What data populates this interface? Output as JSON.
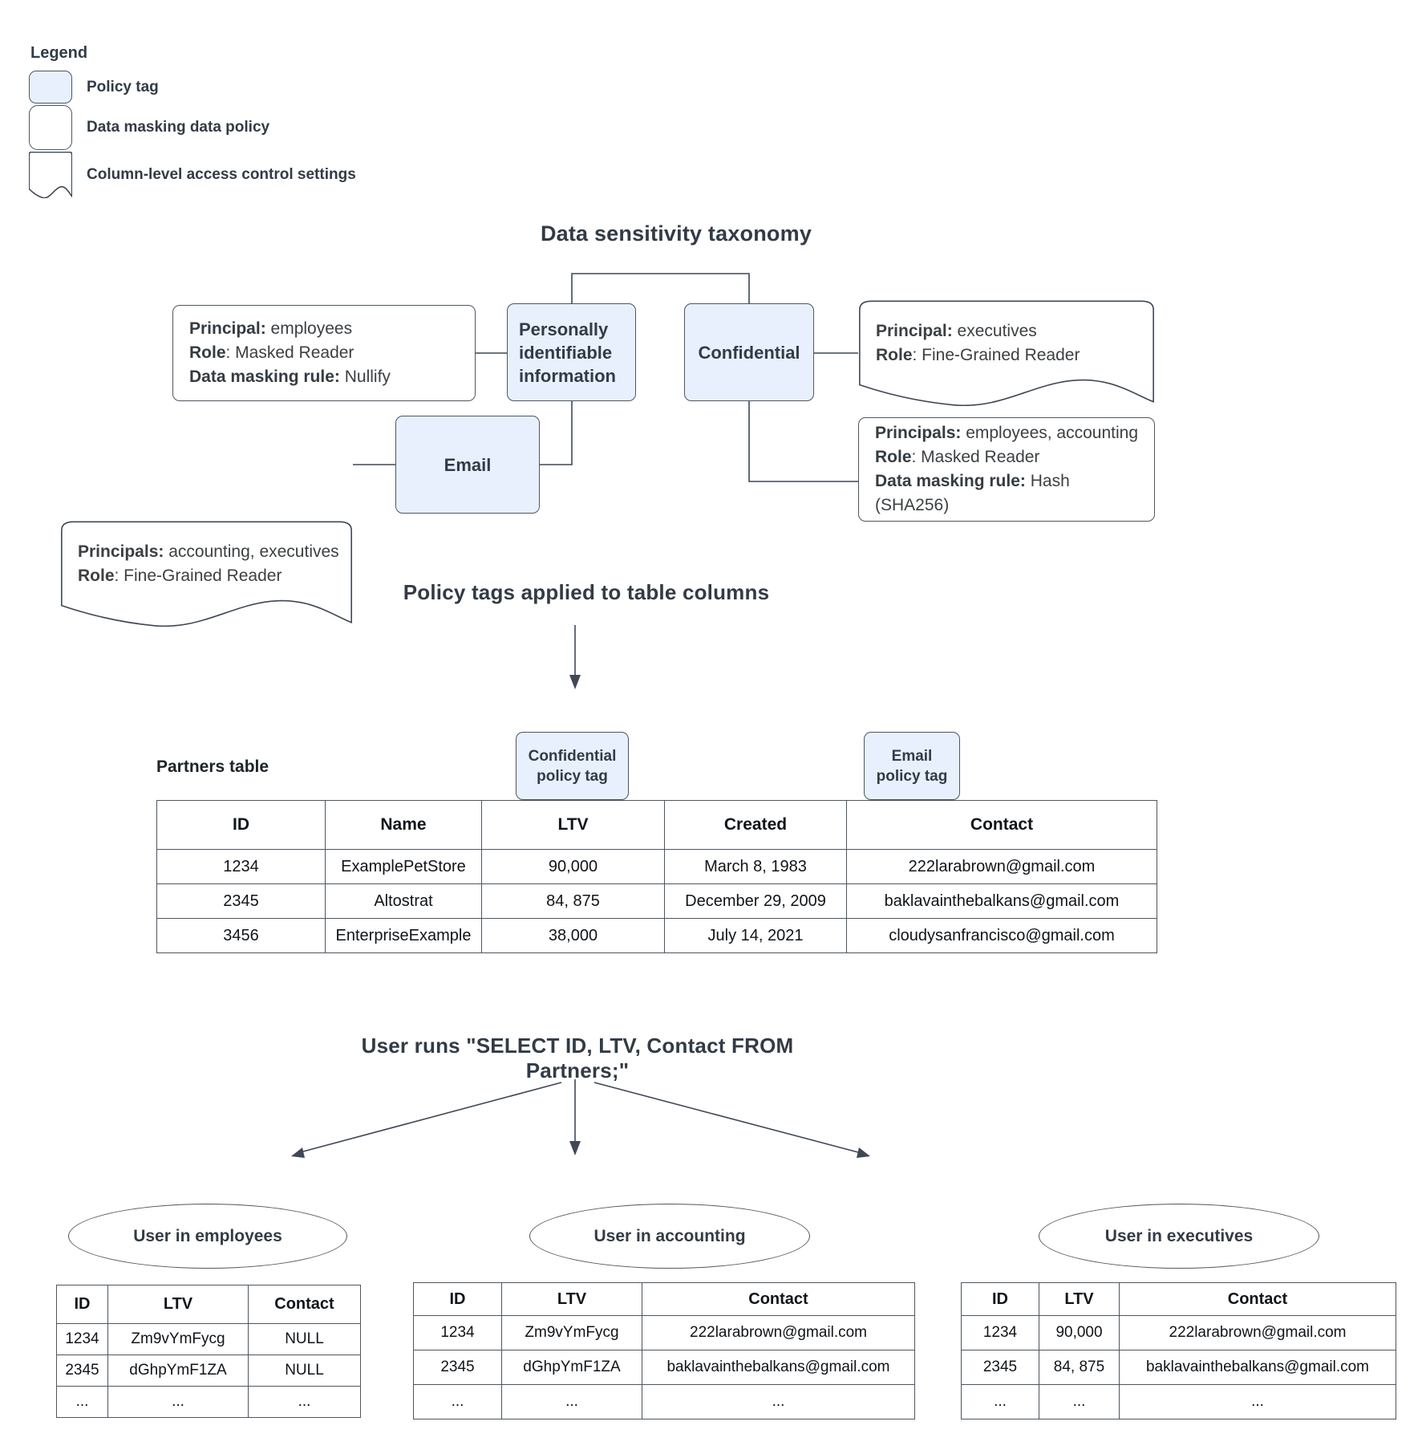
{
  "colors": {
    "policy_tag_fill": "#e8f0fe",
    "outline": "#4d565f",
    "heading": "#323b46"
  },
  "legend": {
    "title": "Legend",
    "items": [
      {
        "label": "Policy tag"
      },
      {
        "label": "Data masking data policy"
      },
      {
        "label": "Column-level access control settings"
      }
    ]
  },
  "taxonomy": {
    "title": "Data sensitivity taxonomy",
    "pii_label": "Personally identifiable information",
    "confidential_label": "Confidential",
    "email_label": "Email",
    "masking_policy_left": {
      "lines": [
        {
          "b": "Principal:",
          "t": " employees"
        },
        {
          "b": "Role",
          "t": ": Masked Reader"
        },
        {
          "b": "Data masking rule:",
          "t": " Nullify"
        }
      ]
    },
    "access_control_right": {
      "lines": [
        {
          "b": "Principal:",
          "t": " executives"
        },
        {
          "b": "Role",
          "t": ": Fine-Grained Reader"
        }
      ]
    },
    "access_control_left": {
      "lines": [
        {
          "b": "Principals:",
          "t": " accounting, executives"
        },
        {
          "b": "Role",
          "t": ": Fine-Grained Reader"
        }
      ]
    },
    "masking_policy_right": {
      "lines": [
        {
          "b": "Principals:",
          "t": " employees, accounting"
        },
        {
          "b": "Role",
          "t": ": Masked Reader"
        },
        {
          "b": "Data masking rule:",
          "t": " Hash (SHA256)"
        }
      ]
    }
  },
  "policy_section": {
    "title": "Policy tags applied to table columns",
    "table_label": "Partners table",
    "confidential_tag": "Confidential policy tag",
    "email_tag": "Email policy tag"
  },
  "partners_table": {
    "headers": [
      "ID",
      "Name",
      "LTV",
      "Created",
      "Contact"
    ],
    "rows": [
      [
        "1234",
        "ExamplePetStore",
        "90,000",
        "March 8, 1983",
        "222larabrown@gmail.com"
      ],
      [
        "2345",
        "Altostrat",
        "84, 875",
        "December 29, 2009",
        "baklavainthebalkans@gmail.com"
      ],
      [
        "3456",
        "EnterpriseExample",
        "38,000",
        "July 14, 2021",
        "cloudysanfrancisco@gmail.com"
      ]
    ]
  },
  "query_section": {
    "title": "User runs \"SELECT ID, LTV, Contact FROM Partners;\""
  },
  "results": [
    {
      "label": "User in employees",
      "table": {
        "headers": [
          "ID",
          "LTV",
          "Contact"
        ],
        "rows": [
          [
            "1234",
            "Zm9vYmFycg",
            "NULL"
          ],
          [
            "2345",
            "dGhpYmF1ZA",
            "NULL"
          ],
          [
            "...",
            "...",
            "..."
          ]
        ]
      }
    },
    {
      "label": "User in accounting",
      "table": {
        "headers": [
          "ID",
          "LTV",
          "Contact"
        ],
        "rows": [
          [
            "1234",
            "Zm9vYmFycg",
            "222larabrown@gmail.com"
          ],
          [
            "2345",
            "dGhpYmF1ZA",
            "baklavainthebalkans@gmail.com"
          ],
          [
            "...",
            "...",
            "..."
          ]
        ]
      }
    },
    {
      "label": "User in executives",
      "table": {
        "headers": [
          "ID",
          "LTV",
          "Contact"
        ],
        "rows": [
          [
            "1234",
            "90,000",
            "222larabrown@gmail.com"
          ],
          [
            "2345",
            "84, 875",
            "baklavainthebalkans@gmail.com"
          ],
          [
            "...",
            "...",
            "..."
          ]
        ]
      }
    }
  ]
}
